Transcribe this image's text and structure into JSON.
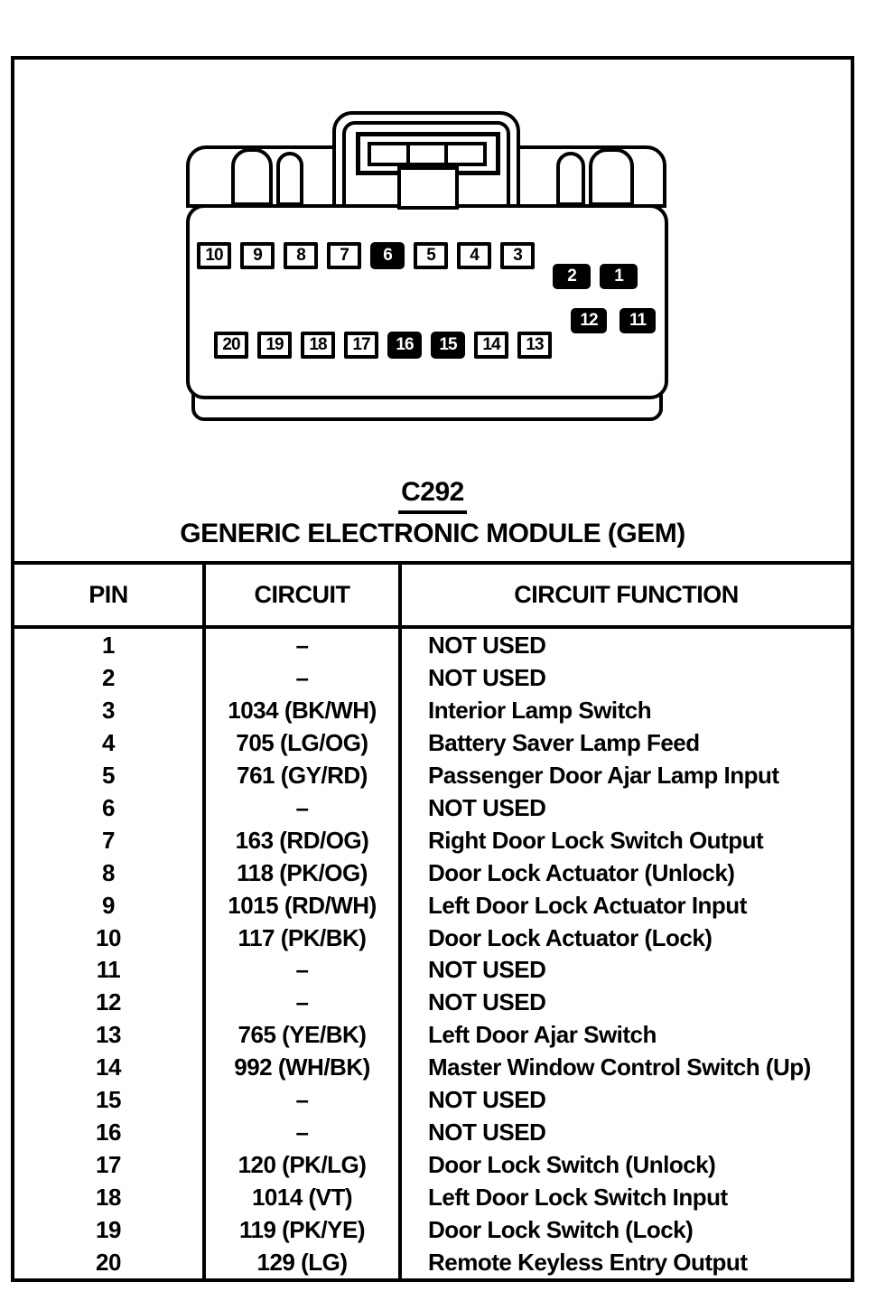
{
  "colors": {
    "ink": "#000000",
    "paper": "#ffffff"
  },
  "diagram": {
    "connector_id": "C292",
    "connector_name": "GENERIC ELECTRONIC MODULE (GEM)",
    "pins_top_row": [
      {
        "label": "10",
        "filled": false
      },
      {
        "label": "9",
        "filled": false
      },
      {
        "label": "8",
        "filled": false
      },
      {
        "label": "7",
        "filled": false
      },
      {
        "label": "6",
        "filled": true
      },
      {
        "label": "5",
        "filled": false
      },
      {
        "label": "4",
        "filled": false
      },
      {
        "label": "3",
        "filled": false
      }
    ],
    "pins_right_upper": [
      {
        "label": "2",
        "filled": true
      },
      {
        "label": "1",
        "filled": true
      }
    ],
    "pins_right_lower": [
      {
        "label": "12",
        "filled": true
      },
      {
        "label": "11",
        "filled": true
      }
    ],
    "pins_bottom_row": [
      {
        "label": "20",
        "filled": false
      },
      {
        "label": "19",
        "filled": false
      },
      {
        "label": "18",
        "filled": false
      },
      {
        "label": "17",
        "filled": false
      },
      {
        "label": "16",
        "filled": true
      },
      {
        "label": "15",
        "filled": true
      },
      {
        "label": "14",
        "filled": false
      },
      {
        "label": "13",
        "filled": false
      }
    ]
  },
  "table": {
    "headers": {
      "pin": "PIN",
      "circuit": "CIRCUIT",
      "function": "CIRCUIT FUNCTION"
    },
    "rows": [
      {
        "pin": "1",
        "circuit": "–",
        "function": "NOT USED"
      },
      {
        "pin": "2",
        "circuit": "–",
        "function": "NOT USED"
      },
      {
        "pin": "3",
        "circuit": "1034 (BK/WH)",
        "function": "Interior Lamp Switch"
      },
      {
        "pin": "4",
        "circuit": "705 (LG/OG)",
        "function": "Battery Saver Lamp Feed"
      },
      {
        "pin": "5",
        "circuit": "761 (GY/RD)",
        "function": "Passenger Door Ajar Lamp Input"
      },
      {
        "pin": "6",
        "circuit": "–",
        "function": "NOT USED"
      },
      {
        "pin": "7",
        "circuit": "163 (RD/OG)",
        "function": "Right Door Lock Switch Output"
      },
      {
        "pin": "8",
        "circuit": "118 (PK/OG)",
        "function": "Door Lock Actuator (Unlock)"
      },
      {
        "pin": "9",
        "circuit": "1015 (RD/WH)",
        "function": "Left Door Lock Actuator Input"
      },
      {
        "pin": "10",
        "circuit": "117 (PK/BK)",
        "function": "Door Lock Actuator (Lock)"
      },
      {
        "pin": "11",
        "circuit": "–",
        "function": "NOT USED"
      },
      {
        "pin": "12",
        "circuit": "–",
        "function": "NOT USED"
      },
      {
        "pin": "13",
        "circuit": "765 (YE/BK)",
        "function": "Left Door Ajar Switch"
      },
      {
        "pin": "14",
        "circuit": "992 (WH/BK)",
        "function": "Master Window Control Switch (Up)"
      },
      {
        "pin": "15",
        "circuit": "–",
        "function": "NOT USED"
      },
      {
        "pin": "16",
        "circuit": "–",
        "function": "NOT USED"
      },
      {
        "pin": "17",
        "circuit": "120 (PK/LG)",
        "function": "Door Lock Switch (Unlock)"
      },
      {
        "pin": "18",
        "circuit": "1014 (VT)",
        "function": "Left Door Lock Switch Input"
      },
      {
        "pin": "19",
        "circuit": "119 (PK/YE)",
        "function": "Door Lock Switch (Lock)"
      },
      {
        "pin": "20",
        "circuit": "129 (LG)",
        "function": "Remote Keyless Entry Output"
      }
    ]
  }
}
